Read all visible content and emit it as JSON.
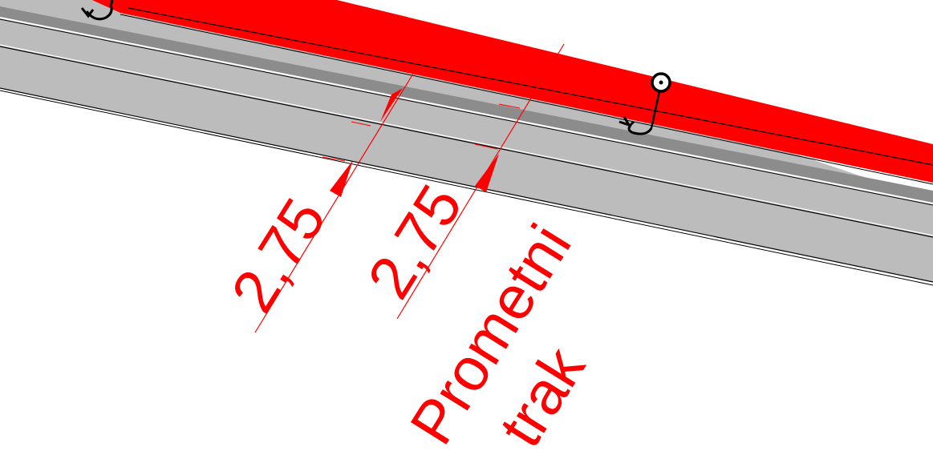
{
  "drawing": {
    "dimensions": [
      {
        "value": "2,75"
      },
      {
        "value": "2,75"
      }
    ],
    "lane_label": {
      "line1": "Prometni",
      "line2": "trak"
    },
    "colors": {
      "background": "#ffffff",
      "road_surface": "#bcbcbc",
      "road_edge": "#8c8c8c",
      "red_band": "#ff0000",
      "annotation": "#ff0000",
      "outline": "#000000"
    },
    "icons": [
      "rotation-handle-icon",
      "origin-marker-icon"
    ]
  }
}
